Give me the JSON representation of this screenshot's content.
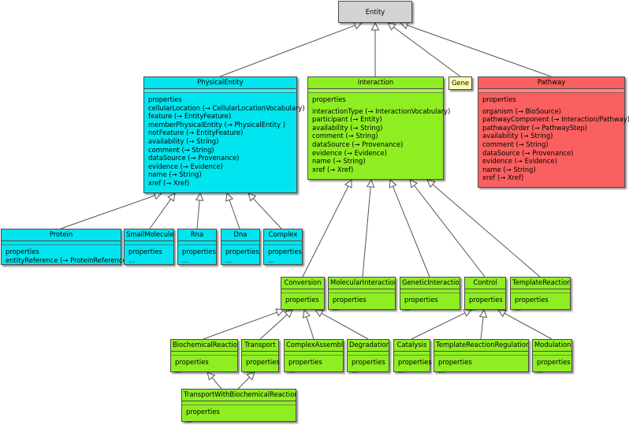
{
  "colors": {
    "entity": "#d3d3d3",
    "physical": "#00e5ef",
    "interaction": "#8fee22",
    "pathway": "#fa6060",
    "gene": "#ffffb3",
    "edge": "#555555"
  },
  "entity": {
    "name": "Entity"
  },
  "gene": {
    "name": "Gene"
  },
  "physical_entity": {
    "name": "PhysicalEntity",
    "section": "properties",
    "props": [
      "cellularLocation (→ CellularLocationVocabulary)",
      "feature (→ EntityFeature)",
      "memberPhysicalEntity (→ PhysicalEntity )",
      "notFeature (→ EntityFeature)",
      "availability  (→ String)",
      "comment (→ String)",
      "dataSource (→ Provenance)",
      "evidence (→ Evidence)",
      "name (→ String)",
      "xref (→ Xref)"
    ]
  },
  "interaction": {
    "name": "Interaction",
    "section": "properties",
    "props": [
      "interactionType (→  InteractionVocabulary)",
      "participant (→ Entity)",
      "availability  (→ String)",
      "comment (→ String)",
      "dataSource (→ Provenance)",
      "evidence (→ Evidence)",
      "name (→ String)",
      "xref (→ Xref)"
    ]
  },
  "pathway": {
    "name": "Pathway",
    "section": "properties",
    "props": [
      "organism (→ BioSource)",
      "pathwayComponent (→ Interaction/Pathway)",
      "pathwayOrder (→ PathwayStep)",
      "availability  (→ String)",
      "comment (→ String)",
      "dataSource (→ Provenance)",
      "evidence (→ Evidence)",
      "name (→ String)",
      "xref (→ Xref)"
    ]
  },
  "protein": {
    "name": "Protein",
    "section": "properties",
    "props": [
      "entityReference (→ ProteinReference)"
    ]
  },
  "small_molecule": {
    "name": "SmallMolecule",
    "section": "properties",
    "more": "..."
  },
  "rna": {
    "name": "Rna",
    "section": "properties",
    "more": "..."
  },
  "dna": {
    "name": "Dna",
    "section": "properties",
    "more": "..."
  },
  "complex": {
    "name": "Complex",
    "section": "properties",
    "more": "..."
  },
  "conversion": {
    "name": "Conversion",
    "section": "properties",
    "more": "..."
  },
  "molecular_interaction": {
    "name": "MolecularInteraction",
    "section": "properties",
    "more": "..."
  },
  "genetic_interaction": {
    "name": "GeneticInteraction",
    "section": "properties",
    "more": "..."
  },
  "control": {
    "name": "Control",
    "section": "properties",
    "more": "..."
  },
  "template_reaction": {
    "name": "TemplateReaction",
    "section": "properties",
    "more": "..."
  },
  "biochemical_reaction": {
    "name": "BiochemicalReaction",
    "section": "properties",
    "more": "..."
  },
  "transport": {
    "name": "Transport",
    "section": "properties",
    "more": "..."
  },
  "complex_assembly": {
    "name": "ComplexAssembly",
    "section": "properties",
    "more": "..."
  },
  "degradation": {
    "name": "Degradation",
    "section": "properties",
    "more": "..."
  },
  "catalysis": {
    "name": "Catalysis",
    "section": "properties",
    "more": "..."
  },
  "template_reaction_regulation": {
    "name": "TemplateReactionRegulation",
    "section": "properties",
    "more": "..."
  },
  "modulation": {
    "name": "Modulation",
    "section": "properties",
    "more": "..."
  },
  "transport_with_biochemical_reaction": {
    "name": "TransportWithBiochemicalReaction",
    "section": "properties",
    "more": "..."
  }
}
